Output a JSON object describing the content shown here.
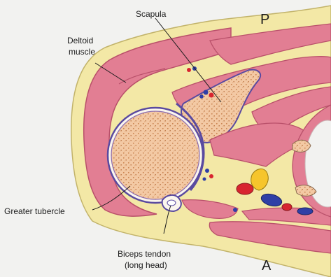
{
  "labels": {
    "scapula": "Scapula",
    "deltoid_line1": "Deltoid",
    "deltoid_line2": "muscle",
    "greater_tubercle": "Greater tubercle",
    "biceps_line1": "Biceps tendon",
    "biceps_line2": "(long head)",
    "posterior": "P",
    "anterior": "A"
  },
  "colors": {
    "background": "#f2f2f0",
    "fat": "#f3e8a6",
    "muscle": "#e27e93",
    "muscle_dark": "#b9506a",
    "bone": "#f3c9a4",
    "bone_dots": "#c9834f",
    "outline": "#5a4aa0",
    "artery": "#d8242f",
    "vein": "#2f3fa6"
  }
}
